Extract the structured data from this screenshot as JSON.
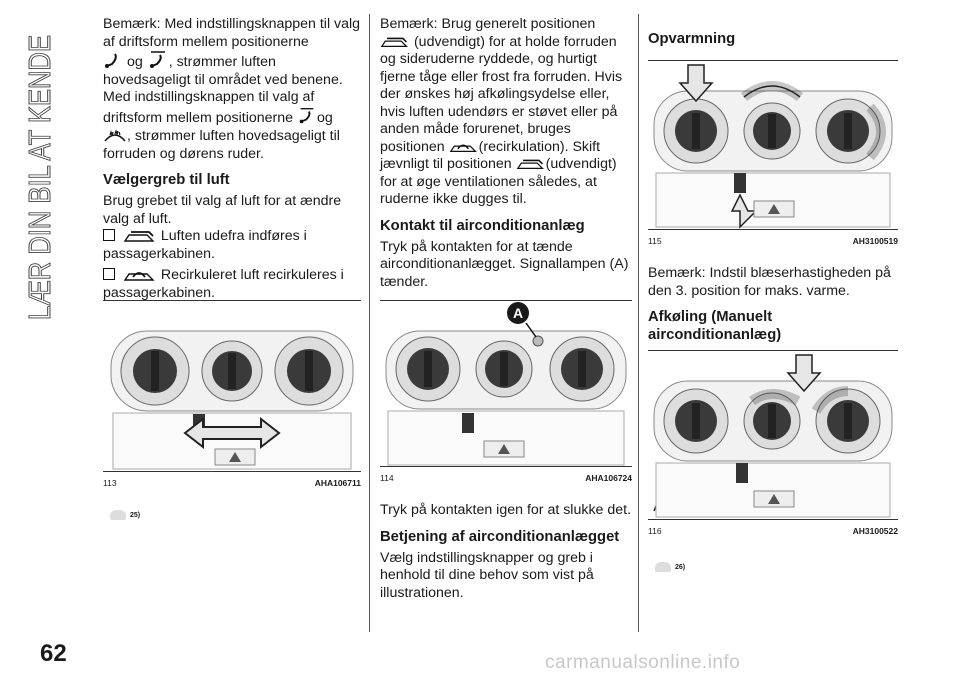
{
  "side_title": "LÆR DIN BIL AT KENDE",
  "page_number": "62",
  "col1": {
    "p1_a": "Bemærk: Med indstillingsknappen til valg af driftsform mellem positionerne",
    "p1_b": "og",
    "p1_c": ", strømmer luften hovedsageligt til området ved benene. Med indstillingsknappen til valg af driftsform mellem positionerne",
    "p1_d": "og",
    "p1_e": ", strømmer luften hovedsageligt til forruden og dørens ruder.",
    "heading": "Vælgergreb til luft",
    "p2": "Brug grebet til valg af luft for at ændre valg af luft.",
    "item1": "Luften udefra indføres i passagerkabinen.",
    "item2": "Recirkuleret luft recirkuleres i passagerkabinen.",
    "fig_num": "113",
    "fig_code": "AHA106711",
    "warn_ref": "25)"
  },
  "col2": {
    "p1_a": "Bemærk: Brug generelt positionen",
    "p1_b": "(udvendigt) for at holde forruden og sideruderne ryddede, og hurtigt fjerne tåge eller frost fra forruden. Hvis der ønskes høj afkølingsydelse eller, hvis luften udendørs er støvet eller på anden måde forurenet, bruges positionen",
    "p1_c": "(recirkulation). Skift jævnligt til positionen",
    "p1_d": "(udvendigt) for at øge ventilationen således, at ruderne ikke dugges til.",
    "heading1": "Kontakt til airconditionanlæg",
    "p2": "Tryk på kontakten for at tænde airconditionanlægget. Signallampen (A) tænder.",
    "fig_num": "114",
    "fig_code": "AHA106724",
    "callout": "A",
    "p3": "Tryk på kontakten igen for at slukke det.",
    "heading2": "Betjening af airconditionanlægget",
    "p4": "Vælg indstillingsknapper og greb i henhold til dine behov som vist på illustrationen."
  },
  "col3": {
    "heading1": "Opvarmning",
    "fig1_num": "115",
    "fig1_code": "AH3100519",
    "p1": "Bemærk: Indstil blæserhastigheden på den 3. position for maks. varme.",
    "heading2": "Afkøling (Manuelt airconditionanlæg)",
    "fig2_num": "116",
    "fig2_code": "AH3100522",
    "warn_ref": "26)"
  },
  "watermark": "carmanualsonline.info"
}
